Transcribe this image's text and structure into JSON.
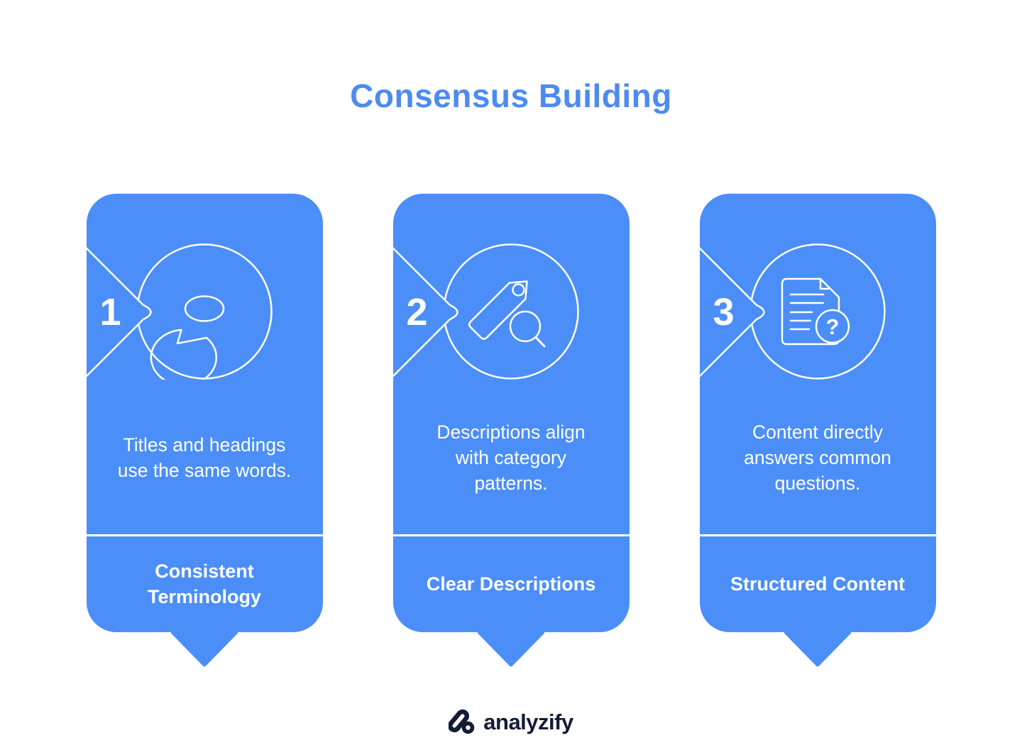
{
  "title": "Consensus Building",
  "colors": {
    "card_blue": "#4B8EF8",
    "title_blue": "#4C8BF2",
    "stroke_white": "#FFFFFF",
    "logo_navy": "#141B38"
  },
  "cards": [
    {
      "number": "1",
      "icon": "speech-bubble-icon",
      "description": "Titles and headings use the same words.",
      "label": "Consistent Terminology"
    },
    {
      "number": "2",
      "icon": "tag-search-icon",
      "description": "Descriptions align with category patterns.",
      "label": "Clear Descriptions"
    },
    {
      "number": "3",
      "icon": "document-question-icon",
      "description": "Content directly answers common questions.",
      "label": "Structured Content"
    }
  ],
  "brand": {
    "name": "analyzify"
  }
}
